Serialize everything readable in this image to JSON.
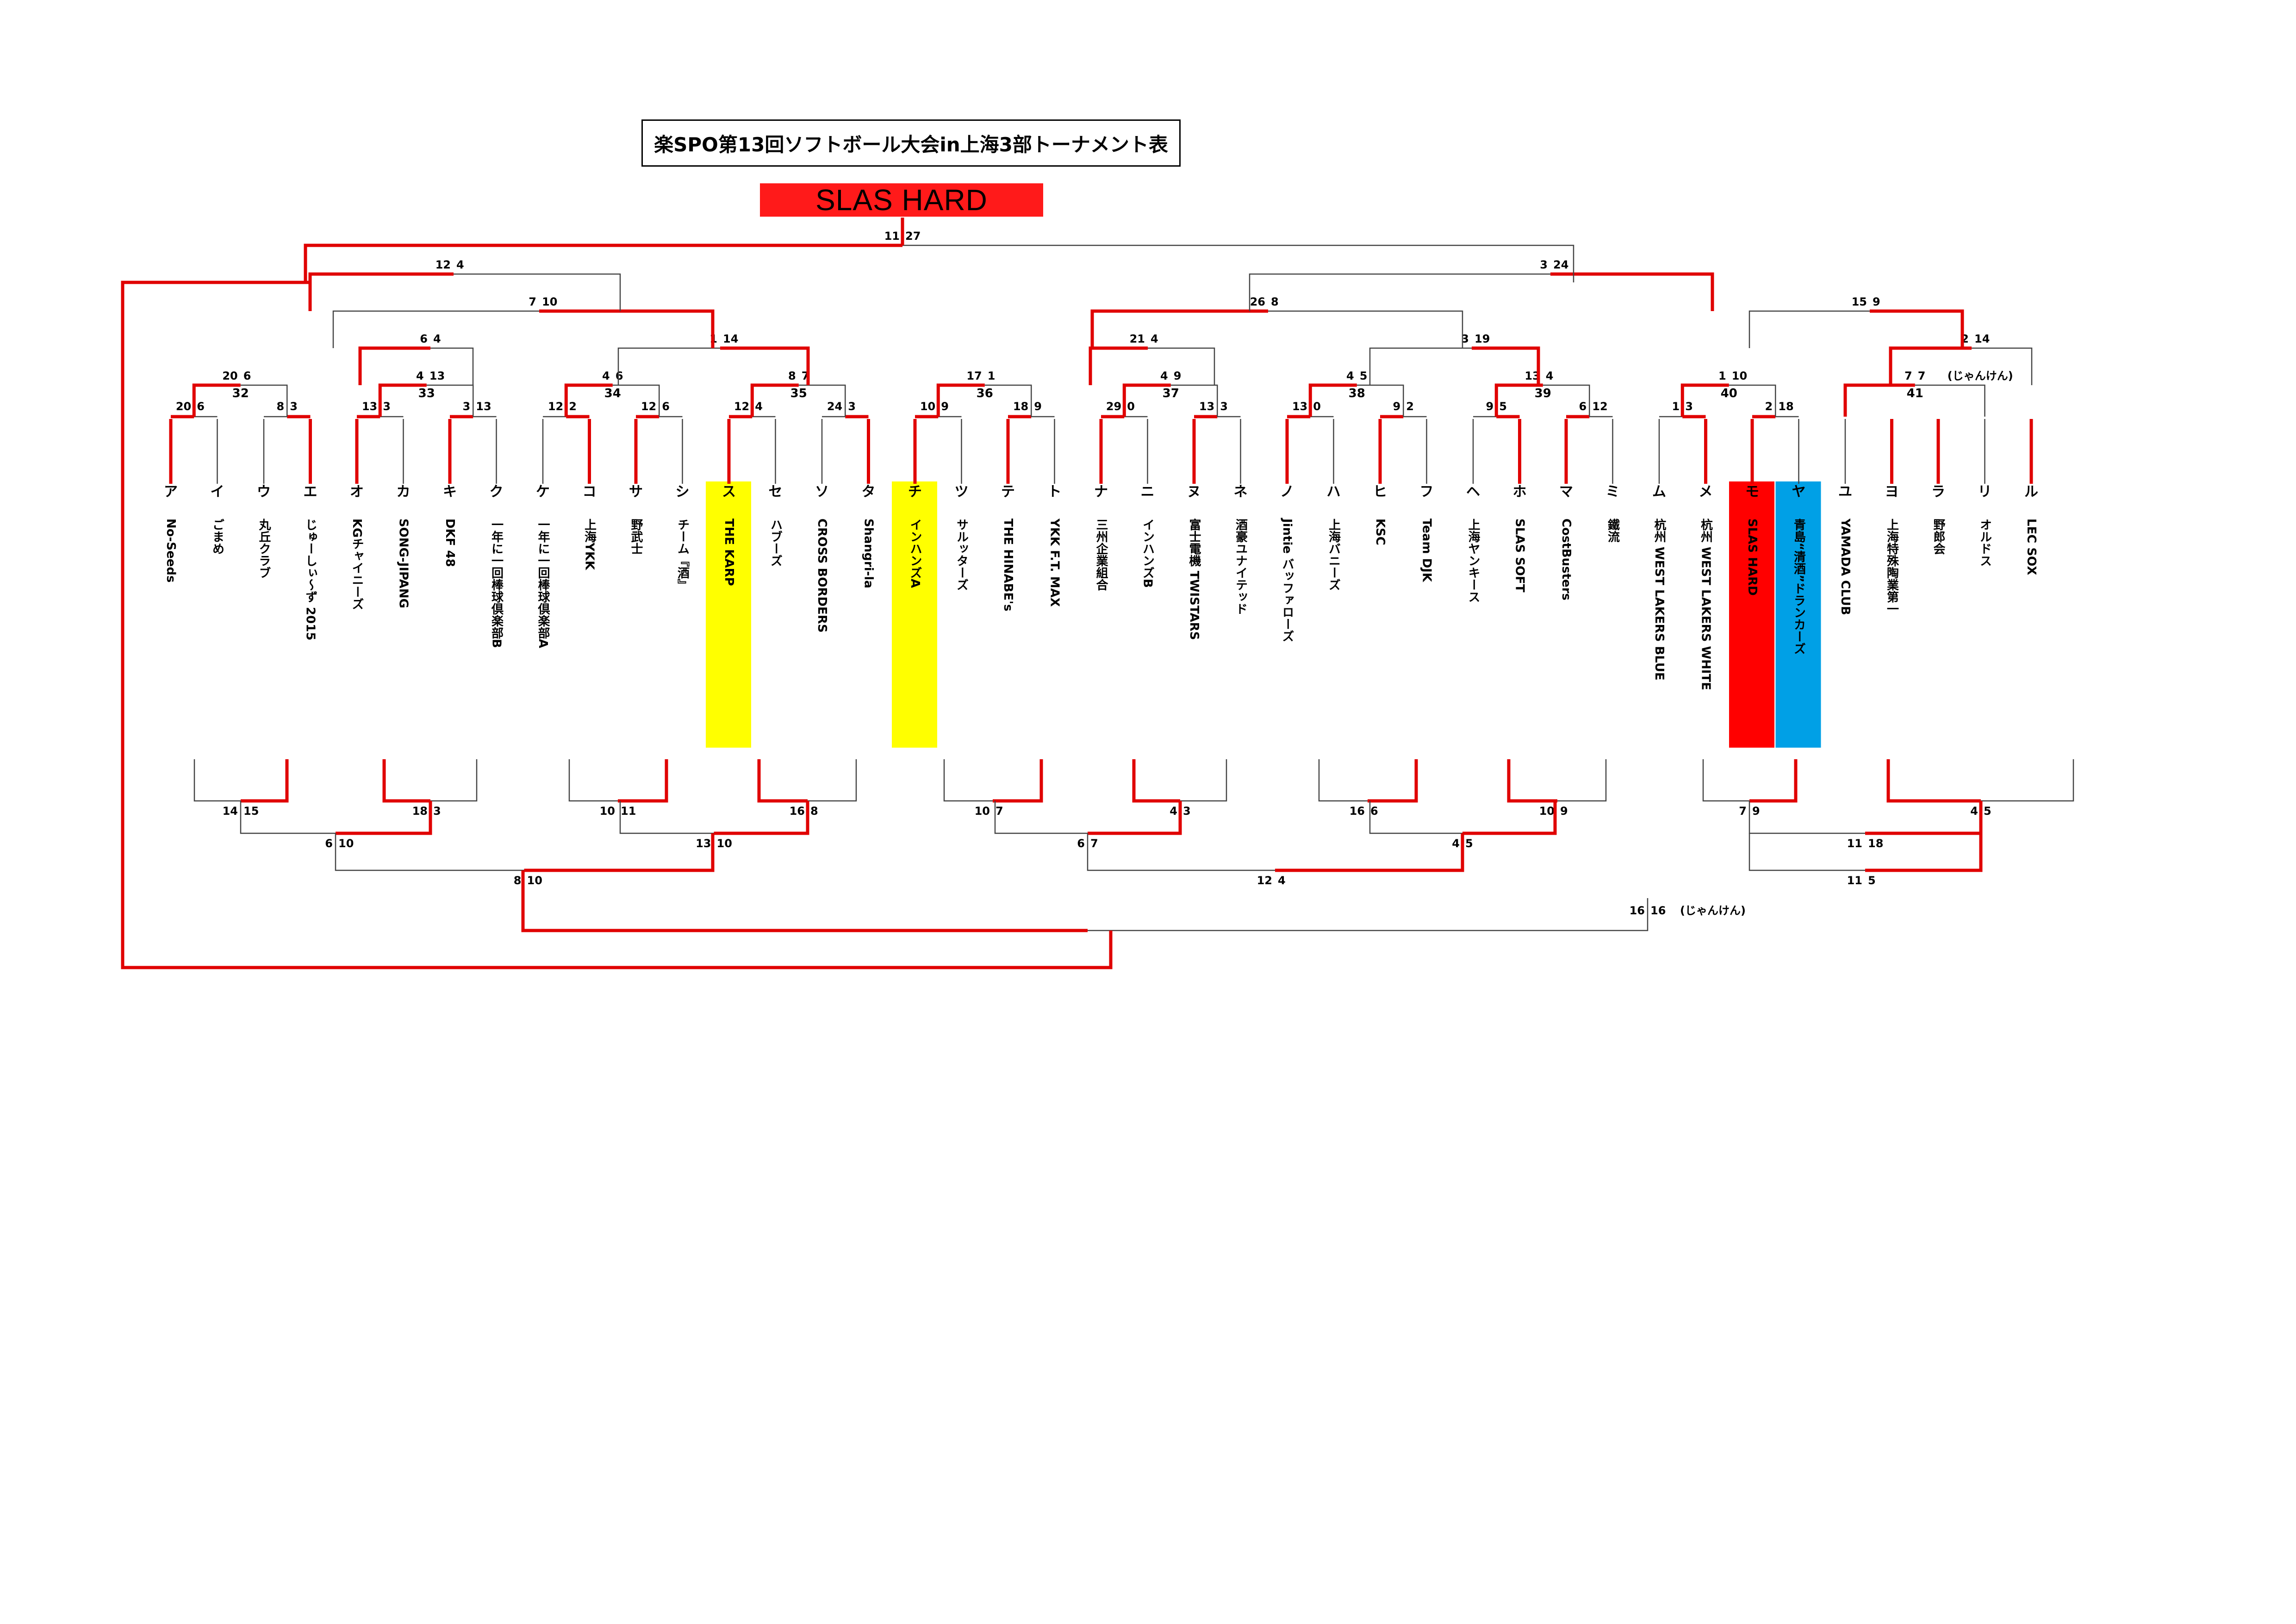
{
  "title": "楽SPO第13回ソフトボール大会in上海3部トーナメント表",
  "champion": "SLAS HARD",
  "colors": {
    "win": "#e00000",
    "lose": "#444444",
    "highlight_yellow": "#ffff00",
    "highlight_red": "#ff0000",
    "highlight_blue": "#00a0e6",
    "orange": "#e07020"
  },
  "teams": [
    {
      "kana": "ア",
      "name": "No‐Seeds"
    },
    {
      "kana": "イ",
      "name": "ごまめ"
    },
    {
      "kana": "ウ",
      "name": "丸丘クラブ"
    },
    {
      "kana": "エ",
      "name": "じゅーしぃ～ず 2015"
    },
    {
      "kana": "オ",
      "name": "KGチャイニーズ"
    },
    {
      "kana": "カ",
      "name": "SONG‐JIPANG"
    },
    {
      "kana": "キ",
      "name": "DKF 48"
    },
    {
      "kana": "ク",
      "name": "一年に一回棒球倶楽部B"
    },
    {
      "kana": "ケ",
      "name": "一年に一回棒球倶楽部A"
    },
    {
      "kana": "コ",
      "name": "上海YKK"
    },
    {
      "kana": "サ",
      "name": "野武士"
    },
    {
      "kana": "シ",
      "name": "チーム『酒』"
    },
    {
      "kana": "ス",
      "name": "THE KARP"
    },
    {
      "kana": "セ",
      "name": "ハブーズ"
    },
    {
      "kana": "ソ",
      "name": "CROSS BORDERS"
    },
    {
      "kana": "タ",
      "name": "Shangri‐la"
    },
    {
      "kana": "チ",
      "name": "インハンズA"
    },
    {
      "kana": "ツ",
      "name": "サルッターズ"
    },
    {
      "kana": "テ",
      "name": "THE HINABE's"
    },
    {
      "kana": "ト",
      "name": "YKK F.T. MAX"
    },
    {
      "kana": "ナ",
      "name": "三州企業組合"
    },
    {
      "kana": "ニ",
      "name": "インハンズB"
    },
    {
      "kana": "ヌ",
      "name": "富士電機 TWISTARS"
    },
    {
      "kana": "ネ",
      "name": "酒豪ユナイテッド"
    },
    {
      "kana": "ノ",
      "name": "Jintie バッファローズ"
    },
    {
      "kana": "ハ",
      "name": "上海バニーズ"
    },
    {
      "kana": "ヒ",
      "name": "KSC"
    },
    {
      "kana": "フ",
      "name": "Team DJK"
    },
    {
      "kana": "ヘ",
      "name": "上海ヤンキース"
    },
    {
      "kana": "ホ",
      "name": "SLAS SOFT"
    },
    {
      "kana": "マ",
      "name": "CostBusters"
    },
    {
      "kana": "ミ",
      "name": "鐵流"
    },
    {
      "kana": "ム",
      "name": "杭州 WEST LAKERS BLUE"
    },
    {
      "kana": "メ",
      "name": "杭州 WEST LAKERS WHITE"
    },
    {
      "kana": "モ",
      "name": "SLAS HARD"
    },
    {
      "kana": "ヤ",
      "name": "青島“清酒”ドランカーズ"
    },
    {
      "kana": "ユ",
      "name": "YAMADA CLUB"
    },
    {
      "kana": "ヨ",
      "name": "上海特殊陶業第一"
    },
    {
      "kana": "ラ",
      "name": "野郎会"
    },
    {
      "kana": "リ",
      "name": "オルドス"
    },
    {
      "kana": "ル",
      "name": "LEC SOX"
    }
  ],
  "top_matches": [
    {
      "no": "32",
      "l": "20",
      "r": "6"
    },
    {
      "no": "33",
      "l": "4",
      "r": "13"
    },
    {
      "no": "34",
      "l": "4",
      "r": "6"
    },
    {
      "no": "35",
      "l": "8",
      "r": "7"
    },
    {
      "no": "36",
      "l": "17",
      "r": "1"
    },
    {
      "no": "37",
      "l": "4",
      "r": "9"
    },
    {
      "no": "38",
      "l": "4",
      "r": "5"
    },
    {
      "no": "39",
      "l": "13",
      "r": "4"
    },
    {
      "no": "40",
      "l": "1",
      "r": "10"
    },
    {
      "no": "41",
      "l": "7",
      "r": "7",
      "note": "(じゃんけん)"
    }
  ],
  "top_scores": [
    {
      "l": "20",
      "r": "6"
    },
    {
      "l": "8",
      "r": "3"
    },
    {
      "l": "13",
      "r": "3"
    },
    {
      "l": "3",
      "r": "13"
    },
    {
      "l": "12",
      "r": "2"
    },
    {
      "l": "12",
      "r": "6"
    },
    {
      "l": "12",
      "r": "4"
    },
    {
      "l": "24",
      "r": "3"
    },
    {
      "l": "10",
      "r": "9"
    },
    {
      "l": "18",
      "r": "9"
    },
    {
      "l": "29",
      "r": "0"
    },
    {
      "l": "13",
      "r": "3"
    },
    {
      "l": "13",
      "r": "0"
    },
    {
      "l": "9",
      "r": "2"
    },
    {
      "l": "9",
      "r": "5"
    },
    {
      "l": "6",
      "r": "12"
    },
    {
      "l": "1",
      "r": "3"
    },
    {
      "l": "2",
      "r": "18"
    }
  ],
  "upper_rounds": [
    {
      "l": "6",
      "r": "4"
    },
    {
      "l": "1",
      "r": "14"
    },
    {
      "l": "21",
      "r": "4"
    },
    {
      "l": "3",
      "r": "19"
    },
    {
      "l": "2",
      "r": "14"
    },
    {
      "l": "7",
      "r": "10"
    },
    {
      "l": "26",
      "r": "8"
    },
    {
      "l": "15",
      "r": "9"
    },
    {
      "l": "12",
      "r": "4"
    },
    {
      "l": "3",
      "r": "24"
    },
    {
      "l": "11",
      "r": "27"
    }
  ],
  "bottom_scores": [
    {
      "l": "14",
      "r": "15"
    },
    {
      "l": "18",
      "r": "3"
    },
    {
      "l": "10",
      "r": "11"
    },
    {
      "l": "16",
      "r": "8"
    },
    {
      "l": "10",
      "r": "7"
    },
    {
      "l": "4",
      "r": "3"
    },
    {
      "l": "16",
      "r": "6"
    },
    {
      "l": "10",
      "r": "9"
    },
    {
      "l": "7",
      "r": "9"
    },
    {
      "l": "4",
      "r": "5"
    },
    {
      "l": "6",
      "r": "10"
    },
    {
      "l": "13",
      "r": "10"
    },
    {
      "l": "6",
      "r": "7"
    },
    {
      "l": "4",
      "r": "5"
    },
    {
      "l": "11",
      "r": "18"
    },
    {
      "l": "8",
      "r": "10"
    },
    {
      "l": "12",
      "r": "4"
    },
    {
      "l": "11",
      "r": "5"
    },
    {
      "l": "16",
      "r": "16",
      "note": "(じゃんけん)"
    }
  ]
}
